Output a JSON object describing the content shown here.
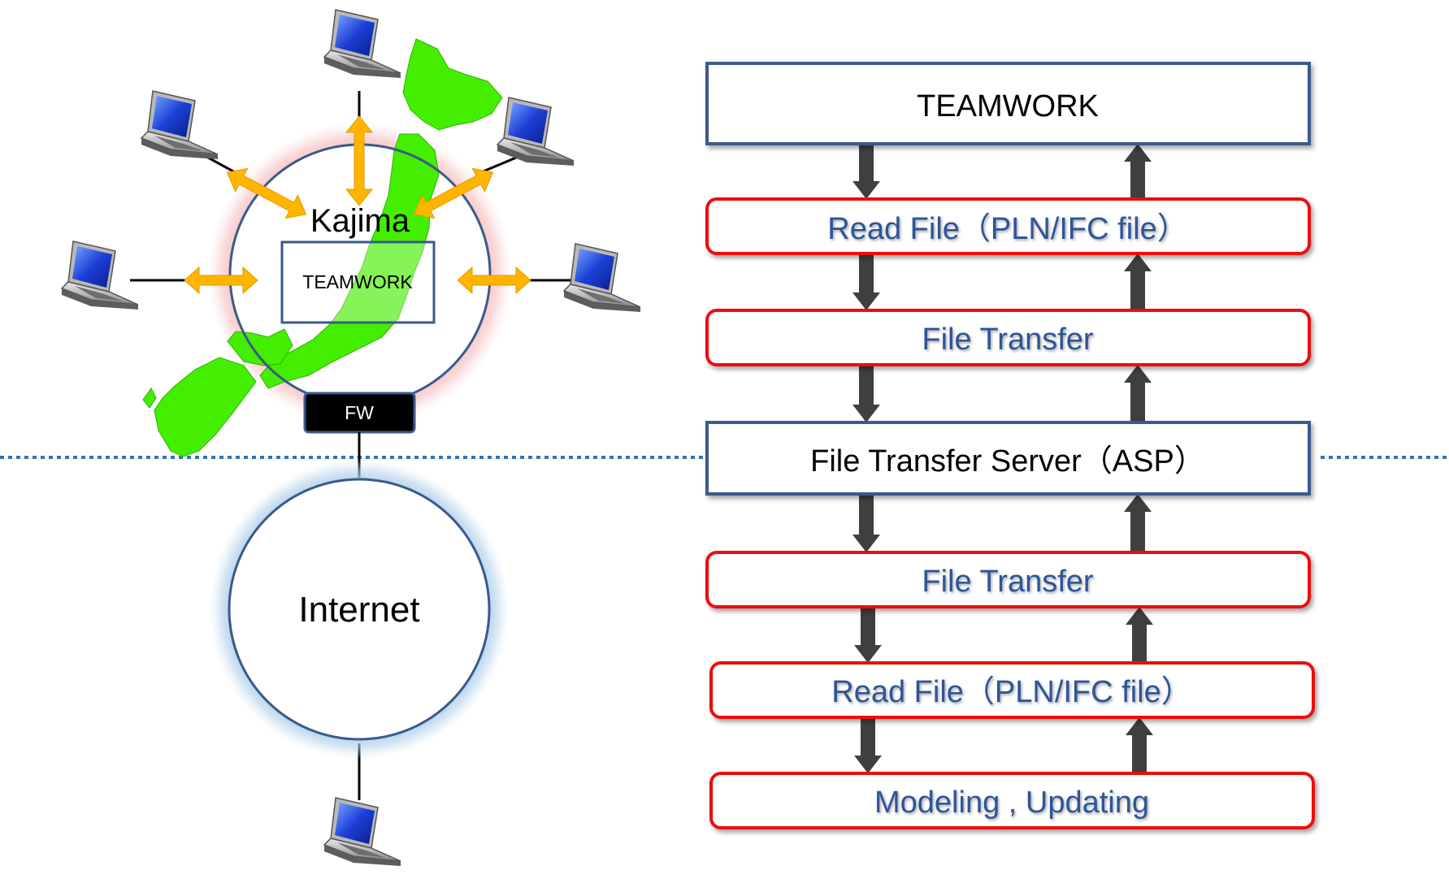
{
  "left_network": {
    "site_label": "Kajima",
    "server_label": "TEAMWORK",
    "firewall_label": "FW",
    "internet_label": "Internet"
  },
  "flow": {
    "top_box": "TEAMWORK",
    "upper_steps": [
      "Read File（PLN/IFC file）",
      "File Transfer"
    ],
    "server_box": "File Transfer Server（ASP）",
    "lower_steps": [
      "File Transfer",
      "Read File（PLN/IFC file）",
      "Modeling , Updating"
    ]
  },
  "colors": {
    "box_border_blue": "#3a5a8c",
    "step_border_red": "#ee1111",
    "step_text": "#2f5597",
    "arrow_orange": "#ffb400",
    "map_green": "#44ee00",
    "divider": "#2e75b6"
  }
}
